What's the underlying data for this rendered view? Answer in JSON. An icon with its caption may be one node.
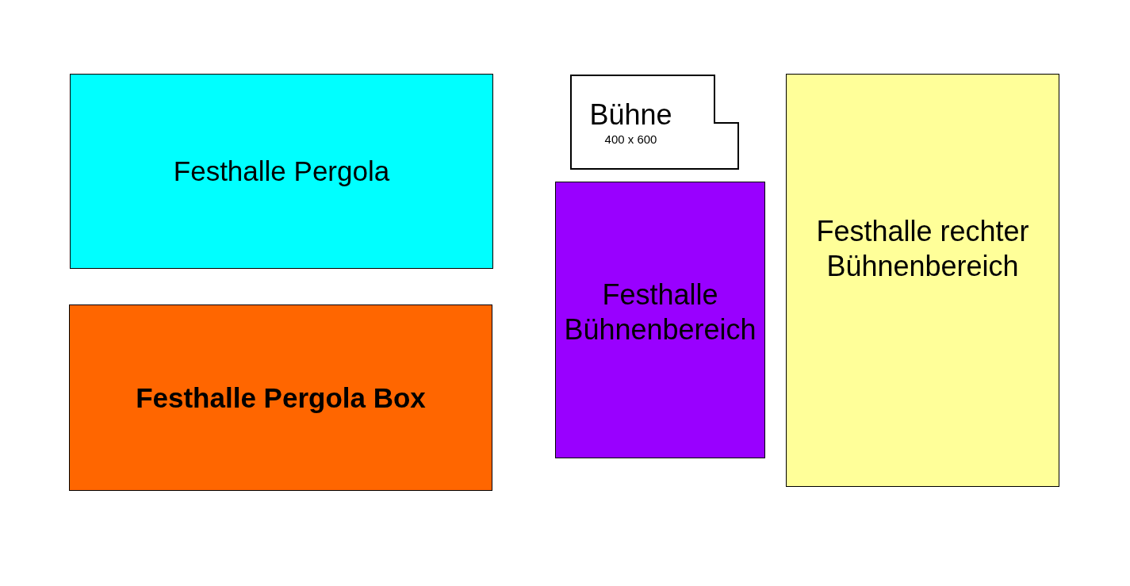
{
  "diagram": {
    "nodes": [
      {
        "text": [
          "Festhalle Pergola"
        ]
      },
      {
        "text": [
          "Bühne",
          "400 x 600"
        ]
      },
      {
        "text": [
          "Festhalle rechter Bühnenbereich"
        ]
      },
      {
        "text": [
          "Festhalle Bühnenbereich"
        ]
      },
      {
        "text": [
          "Festhalle Pergola Box"
        ]
      }
    ]
  }
}
